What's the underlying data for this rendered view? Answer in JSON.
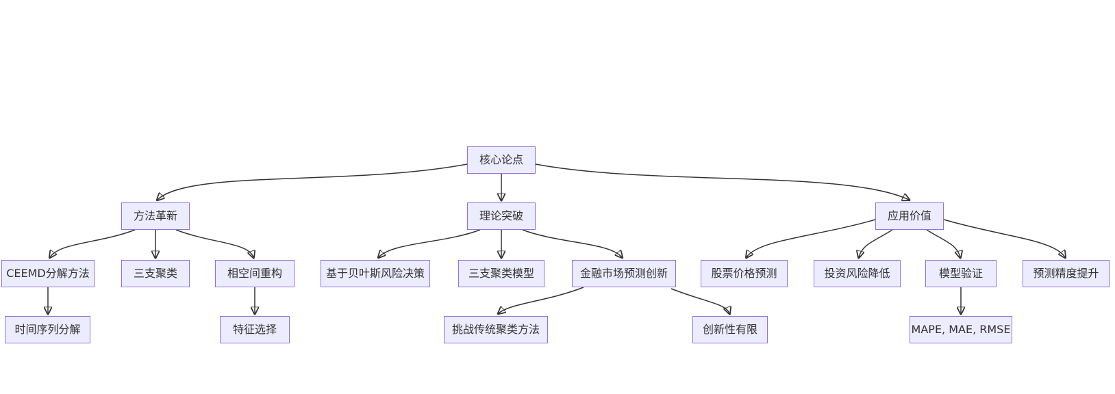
{
  "diagram": {
    "type": "flowchart-top-down",
    "colors": {
      "node_fill": "#ECECFF",
      "node_border": "#9370DB",
      "node_text": "#333333",
      "edge": "#333333",
      "background": "#ffffff"
    },
    "nodes": {
      "core": {
        "label": "核心论点",
        "level": 1
      },
      "method_innovation": {
        "label": "方法革新",
        "level": 2
      },
      "theory_breakthrough": {
        "label": "理论突破",
        "level": 2
      },
      "application_value": {
        "label": "应用价值",
        "level": 2
      },
      "ceemd_decomposition": {
        "label": "CEEMD分解方法",
        "level": 3
      },
      "three_way_clustering": {
        "label": "三支聚类",
        "level": 3
      },
      "phase_space_reconstruction": {
        "label": "相空间重构",
        "level": 3
      },
      "bayesian_risk_decision": {
        "label": "基于贝叶斯风险决策",
        "level": 3
      },
      "three_way_clustering_model": {
        "label": "三支聚类模型",
        "level": 3
      },
      "financial_market_innovation": {
        "label": "金融市场预测创新",
        "level": 3
      },
      "stock_price_prediction": {
        "label": "股票价格预测",
        "level": 3
      },
      "investment_risk_reduction": {
        "label": "投资风险降低",
        "level": 3
      },
      "model_validation": {
        "label": "模型验证",
        "level": 3
      },
      "prediction_accuracy_improvement": {
        "label": "预测精度提升",
        "level": 3
      },
      "time_series_decomposition": {
        "label": "时间序列分解",
        "level": 4
      },
      "feature_selection": {
        "label": "特征选择",
        "level": 4
      },
      "challenge_traditional_clustering": {
        "label": "挑战传统聚类方法",
        "level": 4
      },
      "limited_innovation": {
        "label": "创新性有限",
        "level": 4
      },
      "evaluation_metrics": {
        "label": "MAPE, MAE, RMSE",
        "level": 4
      }
    },
    "edges": [
      {
        "from": "core",
        "to": "method_innovation"
      },
      {
        "from": "core",
        "to": "theory_breakthrough"
      },
      {
        "from": "core",
        "to": "application_value"
      },
      {
        "from": "method_innovation",
        "to": "ceemd_decomposition"
      },
      {
        "from": "method_innovation",
        "to": "three_way_clustering"
      },
      {
        "from": "method_innovation",
        "to": "phase_space_reconstruction"
      },
      {
        "from": "theory_breakthrough",
        "to": "bayesian_risk_decision"
      },
      {
        "from": "theory_breakthrough",
        "to": "three_way_clustering_model"
      },
      {
        "from": "theory_breakthrough",
        "to": "financial_market_innovation"
      },
      {
        "from": "application_value",
        "to": "stock_price_prediction"
      },
      {
        "from": "application_value",
        "to": "investment_risk_reduction"
      },
      {
        "from": "application_value",
        "to": "model_validation"
      },
      {
        "from": "application_value",
        "to": "prediction_accuracy_improvement"
      },
      {
        "from": "ceemd_decomposition",
        "to": "time_series_decomposition"
      },
      {
        "from": "phase_space_reconstruction",
        "to": "feature_selection"
      },
      {
        "from": "financial_market_innovation",
        "to": "challenge_traditional_clustering"
      },
      {
        "from": "financial_market_innovation",
        "to": "limited_innovation"
      },
      {
        "from": "model_validation",
        "to": "evaluation_metrics"
      }
    ]
  }
}
